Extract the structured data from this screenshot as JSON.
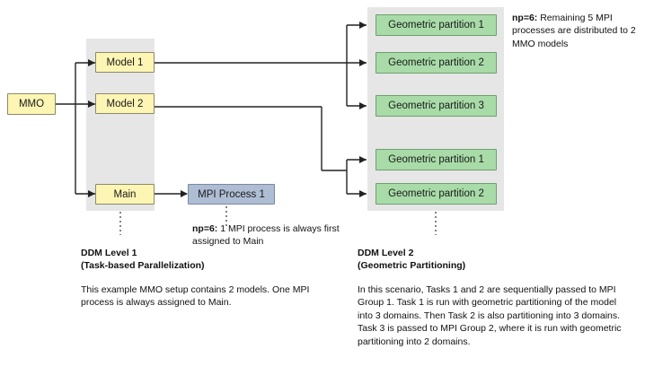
{
  "diagram": {
    "title": "DDM two-level parallelization diagram",
    "colors": {
      "band": "#e6e6e6",
      "yellow": "#fdf5b4",
      "green": "#a8dba8",
      "blue": "#aebdd4",
      "line": "#222222"
    },
    "nodes": {
      "mmo": "MMO",
      "model1": "Model 1",
      "model2": "Model 2",
      "main": "Main",
      "mpi_process_1": "MPI Process 1",
      "geo_partitions_top": [
        "Geometric partition 1",
        "Geometric partition 2",
        "Geometric partition 3"
      ],
      "geo_partitions_bottom": [
        "Geometric partition 1",
        "Geometric partition 2"
      ]
    },
    "annotations": {
      "np_top_lead": "np=6:",
      "np_top_text": " Remaining 5 MPI processes are distributed to 2 MMO models",
      "np_main_lead": "np=6:",
      "np_main_text": " 1 MPI process is always first assigned to Main"
    },
    "captions": {
      "level1_title_line1": "DDM Level 1",
      "level1_title_line2": "(Task-based Parallelization)",
      "level1_body": "This example MMO setup contains 2 models. One MPI process is always assigned to Main.",
      "level2_title_line1": "DDM Level 2",
      "level2_title_line2": "(Geometric Partitioning)",
      "level2_body": "In this scenario, Tasks 1 and 2 are sequentially passed to MPI Group 1. Task 1 is run with geometric partitioning of the model into 3 domains. Then Task 2 is also partitioning into 3 domains. Task 3 is passed to MPI Group 2, where it is run with geometric partitioning into 2 domains."
    }
  }
}
